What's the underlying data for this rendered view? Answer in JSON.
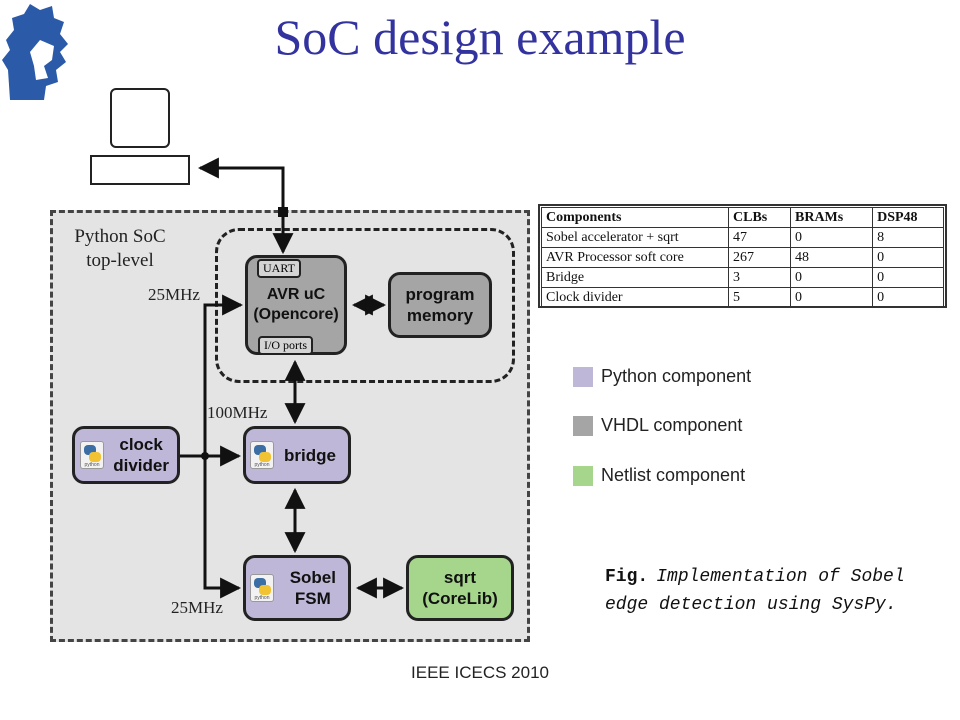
{
  "slide": {
    "title": "SoC design example",
    "footer": "IEEE ICECS 2010"
  },
  "diagram": {
    "soc_label": "Python SoC\ntop-level",
    "avr": {
      "label": "AVR uC\n(Opencore)",
      "uart": "UART",
      "io": "I/O ports"
    },
    "program_memory": "program\nmemory",
    "clock_divider": "clock\ndivider",
    "bridge": "bridge",
    "sobel": "Sobel\nFSM",
    "sqrt": "sqrt\n(CoreLib)",
    "freq_top": "25MHz",
    "freq_mid": "100MHz",
    "freq_bottom": "25MHz",
    "colors": {
      "python": "#bfb7d8",
      "vhdl": "#a5a5a5",
      "netlist": "#a6d68c"
    }
  },
  "table": {
    "headers": [
      "Components",
      "CLBs",
      "BRAMs",
      "DSP48"
    ],
    "rows": [
      [
        "Sobel accelerator + sqrt",
        "47",
        "0",
        "8"
      ],
      [
        "AVR Processor soft core",
        "267",
        "48",
        "0"
      ],
      [
        "Bridge",
        "3",
        "0",
        "0"
      ],
      [
        "Clock divider",
        "5",
        "0",
        "0"
      ]
    ]
  },
  "legend": [
    {
      "label": "Python component",
      "color": "#bfb7d8"
    },
    {
      "label": "VHDL component",
      "color": "#a5a5a5"
    },
    {
      "label": "Netlist component",
      "color": "#a6d68c"
    }
  ],
  "caption": {
    "lead": "Fig.",
    "text": "Implementation of Sobel edge detection using SysPy."
  }
}
